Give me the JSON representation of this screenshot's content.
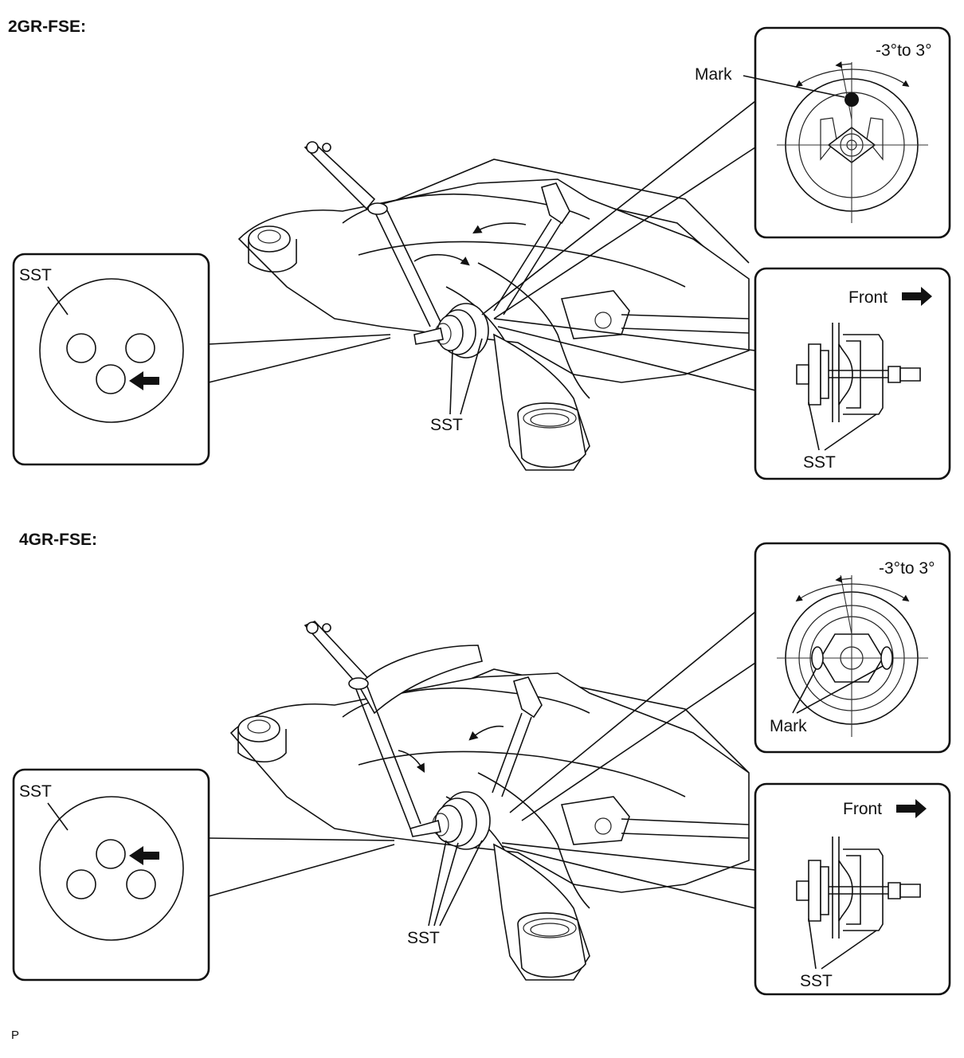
{
  "sections": [
    {
      "header": "2GR-FSE:",
      "hole_detail_label": "SST",
      "angle_detail": {
        "angle_label": "-3°to 3°",
        "mark_label": "Mark"
      },
      "front_detail": {
        "front_label": "Front",
        "sst_label": "SST"
      },
      "main_sst_label": "SST"
    },
    {
      "header": "4GR-FSE:",
      "hole_detail_label": "SST",
      "angle_detail": {
        "angle_label": "-3°to 3°",
        "mark_label": "Mark"
      },
      "front_detail": {
        "front_label": "Front",
        "sst_label": "SST"
      },
      "main_sst_label": "SST"
    }
  ],
  "footer": "P",
  "colors": {
    "ink": "#111111",
    "paper": "#ffffff"
  }
}
